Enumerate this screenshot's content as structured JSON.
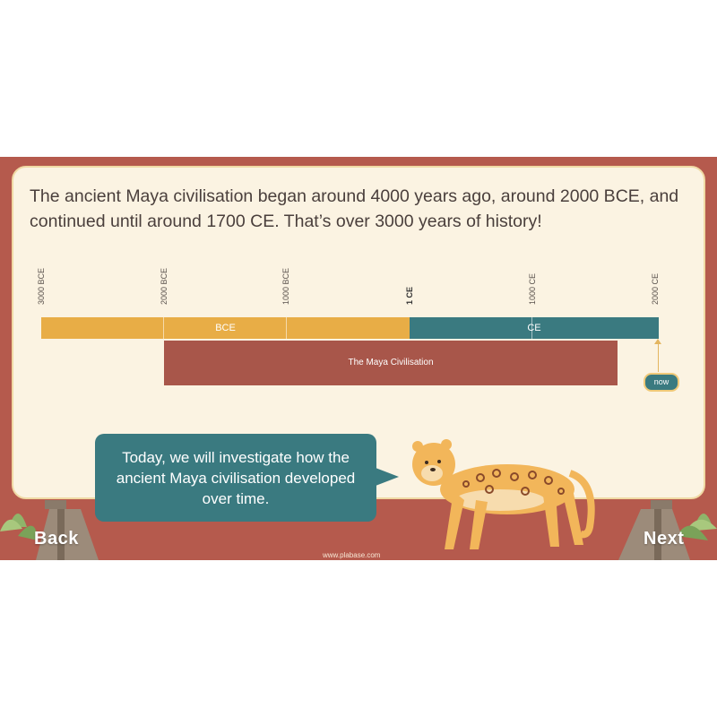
{
  "intro_text": "The ancient Maya civilisation began around 4000 years ago, around 2000 BCE, and continued until around 1700 CE. That’s over 3000 years of history!",
  "timeline": {
    "ticks": [
      {
        "label": "3000 BCE",
        "bold": false
      },
      {
        "label": "2000 BCE",
        "bold": false
      },
      {
        "label": "1000 BCE",
        "bold": false
      },
      {
        "label": "1 CE",
        "bold": true
      },
      {
        "label": "1000 CE",
        "bold": false
      },
      {
        "label": "2000 CE",
        "bold": false
      }
    ],
    "bce_label": "BCE",
    "ce_label": "CE",
    "span_label": "The Maya Civilisation",
    "now_label": "now"
  },
  "speech": "Today, we will investigate how the ancient Maya civilisation developed over time.",
  "nav": {
    "back": "Back",
    "next": "Next"
  },
  "footer_url": "www.plabase.com",
  "colors": {
    "frame": "#b55a4d",
    "panel": "#fbf3e2",
    "bce": "#e8ad46",
    "ce": "#3a7a80",
    "maya": "#a8564a"
  }
}
